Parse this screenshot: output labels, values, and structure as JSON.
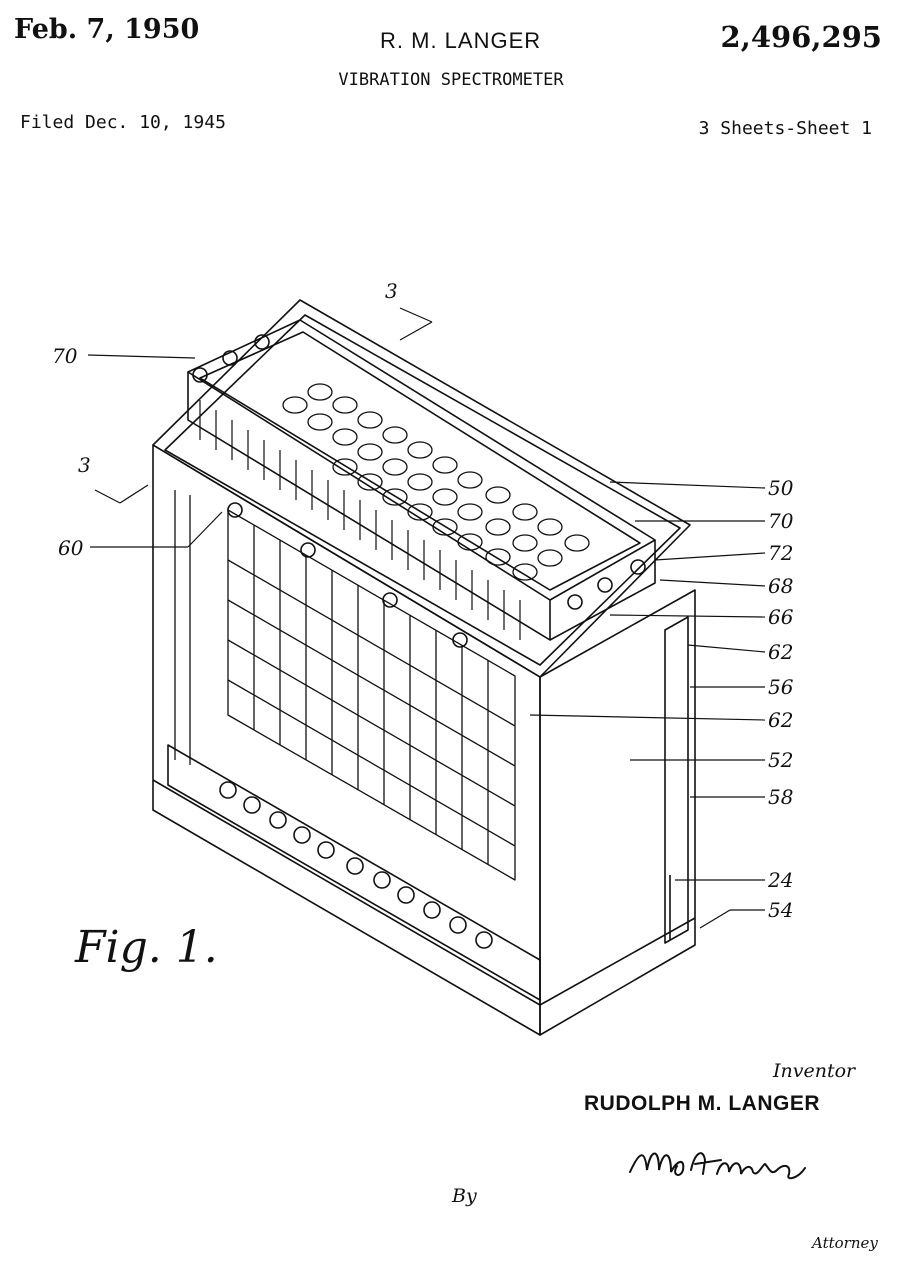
{
  "header": {
    "date": "Feb. 7, 1950",
    "inventor": "R. M. LANGER",
    "patent_number": "2,496,295",
    "title": "VIBRATION SPECTROMETER",
    "filed": "Filed Dec. 10, 1945",
    "sheets": "3 Sheets-Sheet 1"
  },
  "figure": {
    "label": "Fig. 1.",
    "section_marks": [
      "3",
      "3"
    ],
    "reference_numerals": {
      "r70a": "70",
      "r60": "60",
      "r50": "50",
      "r70b": "70",
      "r72": "72",
      "r68": "68",
      "r66": "66",
      "r62a": "62",
      "r56": "56",
      "r62b": "62",
      "r52": "52",
      "r58": "58",
      "r24": "24",
      "r54": "54"
    }
  },
  "footer": {
    "inventor_caption": "Inventor",
    "inventor_name": "RUDOLPH M. LANGER",
    "signature": "M.O. Hayes",
    "by": "By",
    "attorney_caption": "Attorney"
  }
}
